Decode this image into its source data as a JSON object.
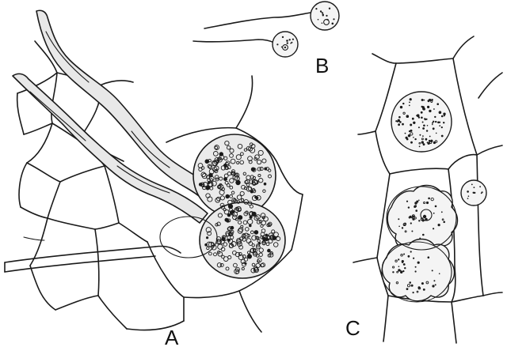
{
  "labels": {
    "a": "A",
    "b": "B",
    "c": "C"
  },
  "colors": {
    "ink": "#1a1a1a",
    "paper": "#ffffff",
    "stipple": "#eaeaea"
  }
}
